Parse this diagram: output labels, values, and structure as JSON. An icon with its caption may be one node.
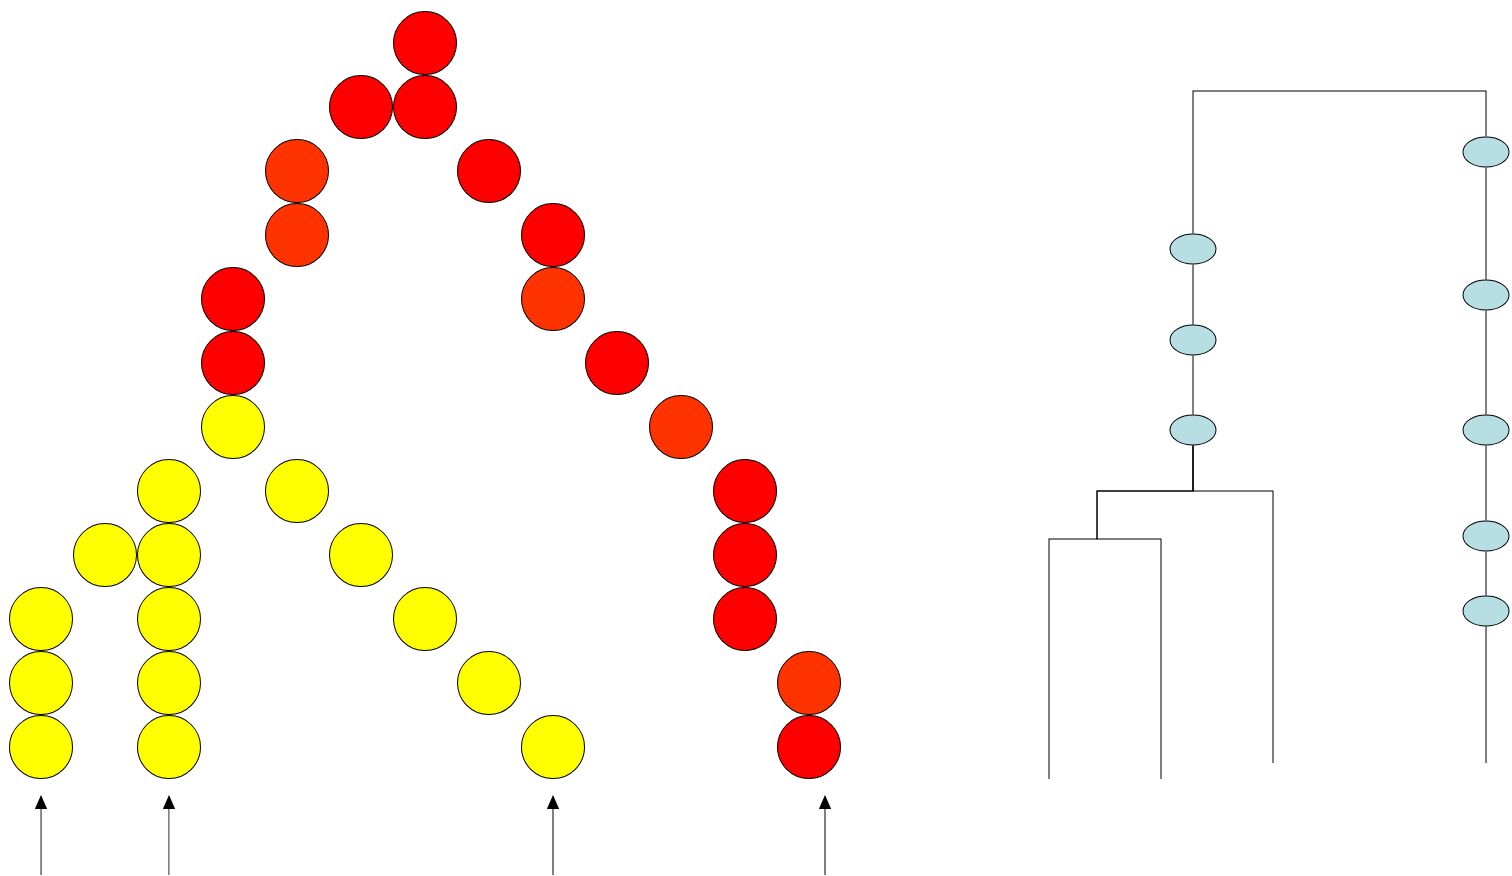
{
  "diagram": {
    "nodes": [
      {
        "text": [],
        "shape": "circle"
      },
      {
        "text": [],
        "shape": "circle"
      },
      {
        "text": [],
        "shape": "circle"
      },
      {
        "text": [],
        "shape": "circle"
      },
      {
        "text": [],
        "shape": "circle"
      },
      {
        "text": [],
        "shape": "circle"
      },
      {
        "text": [],
        "shape": "circle"
      },
      {
        "text": [],
        "shape": "circle"
      },
      {
        "text": [],
        "shape": "circle"
      },
      {
        "text": [],
        "shape": "circle"
      },
      {
        "text": [],
        "shape": "circle"
      },
      {
        "text": [],
        "shape": "circle"
      },
      {
        "text": [],
        "shape": "circle"
      },
      {
        "text": [],
        "shape": "circle"
      },
      {
        "text": [],
        "shape": "circle"
      },
      {
        "text": [],
        "shape": "circle"
      },
      {
        "text": [],
        "shape": "circle"
      },
      {
        "text": [],
        "shape": "circle"
      },
      {
        "text": [],
        "shape": "circle"
      },
      {
        "text": [],
        "shape": "circle"
      },
      {
        "text": [],
        "shape": "circle"
      },
      {
        "text": [],
        "shape": "circle"
      },
      {
        "text": [],
        "shape": "circle"
      },
      {
        "text": [],
        "shape": "circle"
      },
      {
        "text": [],
        "shape": "circle"
      },
      {
        "text": [],
        "shape": "circle"
      },
      {
        "text": [],
        "shape": "circle"
      },
      {
        "text": [],
        "shape": "circle"
      },
      {
        "text": [],
        "shape": "circle"
      },
      {
        "text": [],
        "shape": "circle"
      },
      {
        "text": [],
        "shape": "circle"
      },
      {
        "text": [],
        "shape": "circle"
      },
      {
        "text": [],
        "shape": "ellipse"
      },
      {
        "text": [],
        "shape": "ellipse"
      },
      {
        "text": [],
        "shape": "ellipse"
      },
      {
        "text": [],
        "shape": "ellipse"
      },
      {
        "text": [],
        "shape": "ellipse"
      },
      {
        "text": [],
        "shape": "ellipse"
      },
      {
        "text": [],
        "shape": "ellipse"
      },
      {
        "text": [],
        "shape": "ellipse"
      }
    ],
    "edges": [
      {
        "from": null,
        "to": 28,
        "arrow": "to"
      },
      {
        "from": null,
        "to": 29,
        "arrow": "to"
      },
      {
        "from": null,
        "to": 30,
        "arrow": "to"
      },
      {
        "from": null,
        "to": 31,
        "arrow": "to"
      },
      {
        "from": 33,
        "to": 32,
        "arrow": "none"
      },
      {
        "from": 33,
        "to": 35,
        "arrow": "none"
      },
      {
        "from": 35,
        "to": 36,
        "arrow": "none"
      },
      {
        "from": 32,
        "to": 34,
        "arrow": "none"
      },
      {
        "from": 34,
        "to": 37,
        "arrow": "none"
      },
      {
        "from": 37,
        "to": 38,
        "arrow": "none"
      },
      {
        "from": 38,
        "to": 39,
        "arrow": "none"
      },
      {
        "from": 36,
        "to": null,
        "arrow": "none"
      },
      {
        "from": 36,
        "to": null,
        "arrow": "none"
      },
      {
        "from": 36,
        "to": null,
        "arrow": "none"
      },
      {
        "from": 39,
        "to": null,
        "arrow": "none"
      }
    ]
  }
}
